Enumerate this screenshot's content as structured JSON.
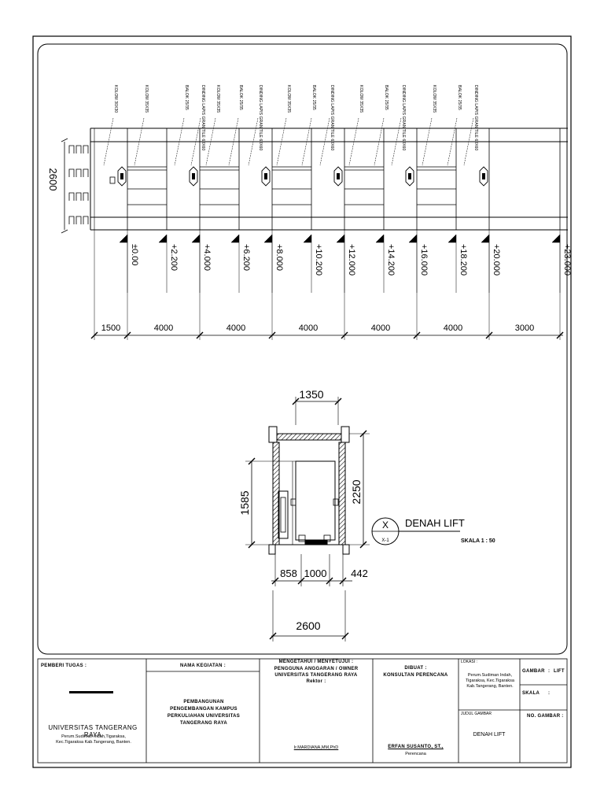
{
  "elevation": {
    "height_label": "2600",
    "levels": [
      "±0.00",
      "+2.200",
      "+4.000",
      "+6.200",
      "+8.000",
      "+10.200",
      "+12.000",
      "+14.200",
      "+16.000",
      "+18.200",
      "+20.000",
      "+23.000"
    ],
    "spans": [
      "1500",
      "4000",
      "4000",
      "4000",
      "4000",
      "4000",
      "3000"
    ],
    "callouts": [
      "KOLOM 30X30",
      "KOLOM 35X35",
      "BALOK 25/35",
      "DINDING LAPIS GRANITILE 60X60"
    ]
  },
  "lift_plan": {
    "dim_top": "1350",
    "dim_left": "1585",
    "dim_right": "2250",
    "dim_858": "858",
    "dim_1000": "1000",
    "dim_442": "442",
    "dim_bottom": "2600",
    "section_letter": "X",
    "section_ref": "X-1",
    "title": "DENAH LIFT",
    "scale": "SKALA  1 : 50"
  },
  "title_block": {
    "pemberi_tugas_label": "PEMBERI TUGAS :",
    "university": "UNIVERSITAS TANGERANG RAYA",
    "university_address": "Perum.Sudiman Indah,Tigaraksa, Kec.Tigaraksa Kab.Tangerang, Banten.",
    "nama_kegiatan_label": "NAMA KEGIATAN :",
    "kegiatan": "PEMBANGUNAN PENGEMBANGAN KAMPUS PERKULIAHAN UNIVERSITAS TANGERANG RAYA",
    "mengetahui_label": "MENGETAHUI / MENYETUJUI :",
    "pengguna": "PENGGUNA ANGGARAN / OWNER",
    "university_caps": "UNIVERSITAS TANGERANG RAYA",
    "rektor": "Rektor :",
    "rektor_name": "Ir.MARDIANA,MM,PhD",
    "dibuat_label": "DIBUAT :",
    "konsultan": "KONSULTAN PERENCANA",
    "perencana_name": "ERFAN SUSANTO, ST.,",
    "perencana_role": "Perencana",
    "lokasi_label": "LOKASI :",
    "lokasi": "Perum.Sudiman Indah, Tigaraksa, Kec.Tigaraksa Kab.Tangerang, Banten.",
    "judul_label": "JUDUL GAMBAR",
    "judul": "DENAH LIFT",
    "gambar_label": "GAMBAR",
    "gambar_value": "LIFT",
    "skala_label": "SKALA",
    "colon": ":",
    "no_gambar_label": "NO. GAMBAR :"
  }
}
